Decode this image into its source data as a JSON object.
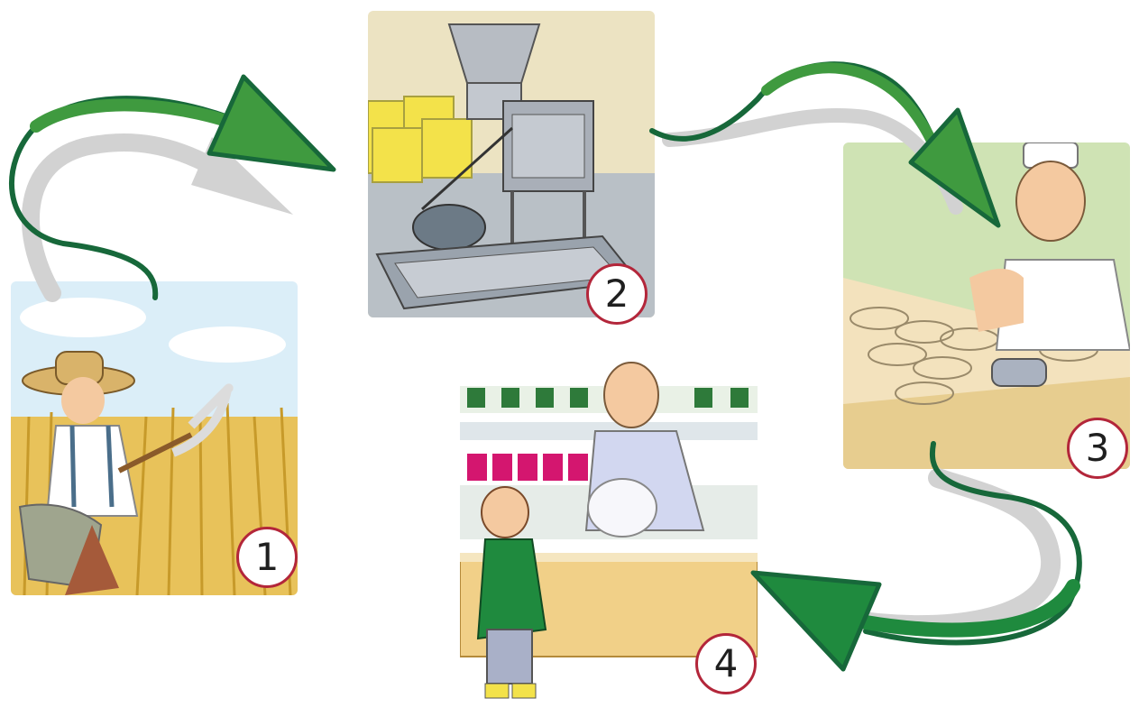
{
  "diagram": {
    "steps": [
      {
        "number": "1",
        "scene": "farmer-harvesting-wheat"
      },
      {
        "number": "2",
        "scene": "flour-mill-machine"
      },
      {
        "number": "3",
        "scene": "baker-cutting-dough"
      },
      {
        "number": "4",
        "scene": "child-buying-bread-at-shop"
      }
    ],
    "colors": {
      "arrow_green": "#2e8b3a",
      "arrow_dark_green": "#17683a",
      "arrow_shadow": "#cfcfcf",
      "badge_border": "#b3263a"
    }
  }
}
